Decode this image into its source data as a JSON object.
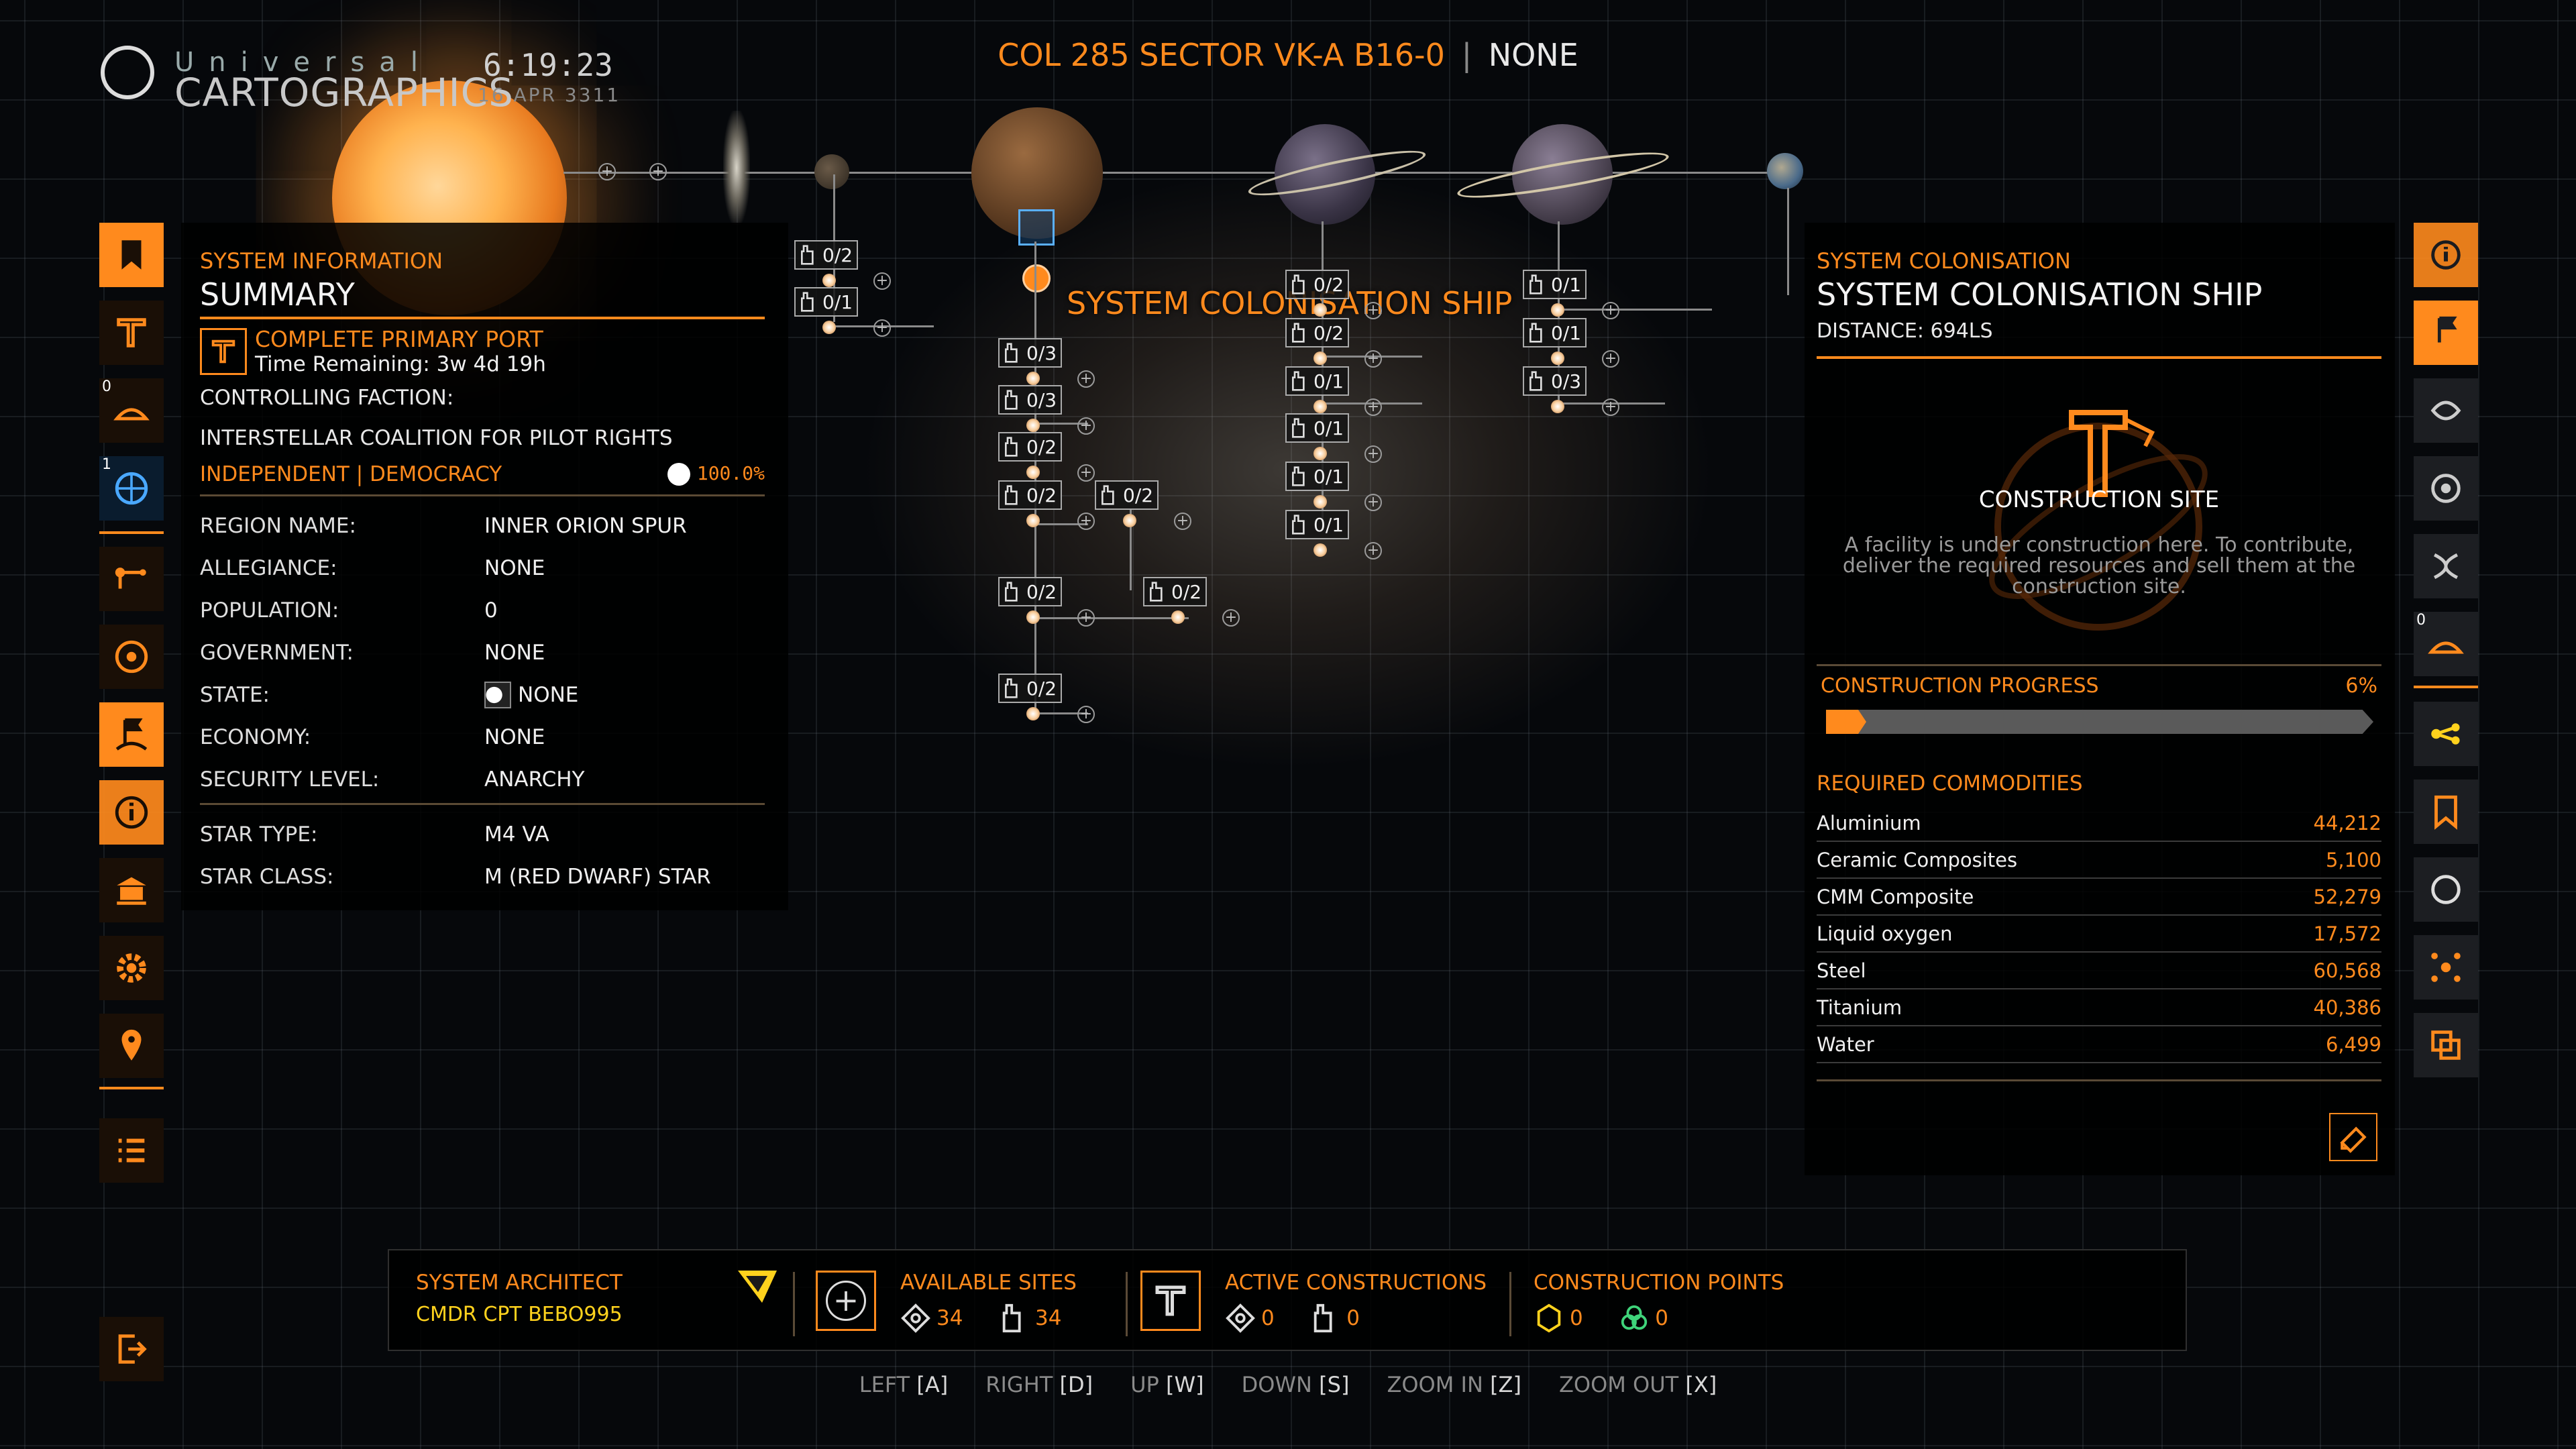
{
  "header": {
    "logo_top": "Universal",
    "logo_bottom": "CARTOGRAPHICS",
    "time": "6:19:23",
    "date": "16 APR 3311",
    "system_name": "COL 285 SECTOR VK-A B16-0",
    "separator": "|",
    "system_status": "NONE"
  },
  "map": {
    "ship_label": "SYSTEM COLONISATION SHIP",
    "nodes": [
      "0/2",
      "0/1",
      "0/3",
      "0/3",
      "0/2",
      "0/2",
      "0/2",
      "0/2",
      "0/2",
      "0/2",
      "0/2",
      "0/2",
      "0/1",
      "0/1",
      "0/1",
      "0/1",
      "0/1",
      "0/1",
      "0/3"
    ]
  },
  "left_panel": {
    "section_label": "SYSTEM INFORMATION",
    "title": "SUMMARY",
    "objective_title": "COMPLETE PRIMARY PORT",
    "objective_time": "Time Remaining: 3w 4d 19h",
    "controlling_faction_label": "CONTROLLING FACTION:",
    "faction_name": "INTERSTELLAR COALITION FOR PILOT RIGHTS",
    "faction_tags": "INDEPENDENT | DEMOCRACY",
    "faction_influence": "100.0%",
    "rows_a": [
      {
        "k": "REGION NAME:",
        "v": "INNER ORION SPUR"
      },
      {
        "k": "ALLEGIANCE:",
        "v": "NONE"
      },
      {
        "k": "POPULATION:",
        "v": "0"
      },
      {
        "k": "GOVERNMENT:",
        "v": "NONE"
      },
      {
        "k": "STATE:",
        "v": "NONE"
      },
      {
        "k": "ECONOMY:",
        "v": "NONE"
      },
      {
        "k": "SECURITY LEVEL:",
        "v": "ANARCHY"
      }
    ],
    "rows_b": [
      {
        "k": "STAR TYPE:",
        "v": "M4 VA"
      },
      {
        "k": "STAR CLASS:",
        "v": "M (RED DWARF) STAR"
      }
    ]
  },
  "left_icons": {
    "count_1": "0",
    "count_2": "1"
  },
  "right_icons": {
    "count_1": "0"
  },
  "right_panel": {
    "section_label": "SYSTEM COLONISATION",
    "title": "SYSTEM COLONISATION SHIP",
    "distance_label": "DISTANCE:",
    "distance_value": "694LS",
    "site_title": "CONSTRUCTION SITE",
    "site_desc": "A facility is under construction here. To contribute, deliver the required resources and sell them at the construction site.",
    "progress_label": "CONSTRUCTION PROGRESS",
    "progress_value": "6%",
    "progress_fraction": 0.06,
    "commodities_label": "REQUIRED COMMODITIES",
    "commodities": [
      {
        "name": "Aluminium",
        "qty": "44,212"
      },
      {
        "name": "Ceramic Composites",
        "qty": "5,100"
      },
      {
        "name": "CMM Composite",
        "qty": "52,279"
      },
      {
        "name": "Liquid oxygen",
        "qty": "17,572"
      },
      {
        "name": "Steel",
        "qty": "60,568"
      },
      {
        "name": "Titanium",
        "qty": "40,386"
      },
      {
        "name": "Water",
        "qty": "6,499"
      }
    ]
  },
  "bottom_bar": {
    "architect_label": "SYSTEM ARCHITECT",
    "architect_name": "CMDR CPT BEBO995",
    "available_label": "AVAILABLE SITES",
    "available_orbital": "34",
    "available_surface": "34",
    "active_label": "ACTIVE CONSTRUCTIONS",
    "active_orbital": "0",
    "active_surface": "0",
    "points_label": "CONSTRUCTION POINTS",
    "points_t2": "0",
    "points_t3": "0"
  },
  "keys": [
    {
      "label": "LEFT",
      "key": "[A]"
    },
    {
      "label": "RIGHT",
      "key": "[D]"
    },
    {
      "label": "UP",
      "key": "[W]"
    },
    {
      "label": "DOWN",
      "key": "[S]"
    },
    {
      "label": "ZOOM IN",
      "key": "[Z]"
    },
    {
      "label": "ZOOM OUT",
      "key": "[X]"
    }
  ],
  "colors": {
    "accent": "#ff8a1d",
    "background": "#06080b",
    "panel": "#000000"
  }
}
